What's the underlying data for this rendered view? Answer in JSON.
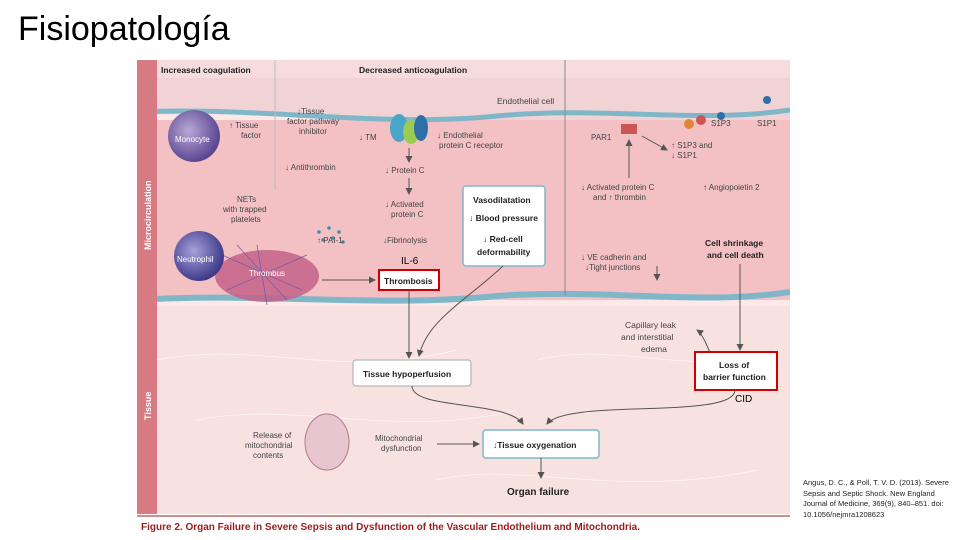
{
  "slide": {
    "title": "Fisiopatología"
  },
  "figure": {
    "section_coagulation": "Increased coagulation",
    "section_anticoagulation": "Decreased anticoagulation",
    "side_microcirculation": "Microcirculation",
    "side_tissue": "Tissue",
    "endothelial_cell": "Endothelial cell",
    "monocyte": "Monocyte",
    "tissue_factor": [
      "↑ Tissue",
      "factor"
    ],
    "tfpi": [
      "↓Tissue",
      "factor pathway",
      "inhibitor"
    ],
    "tm": "↓ TM",
    "epcr": [
      "↓ Endothelial",
      "protein C receptor"
    ],
    "antithrombin": "↓ Antithrombin",
    "protein_c": "↓ Protein C",
    "activated_protein_c": [
      "↓ Activated",
      "protein C"
    ],
    "nets": [
      "NETs",
      "with trapped",
      "platelets"
    ],
    "neutrophil": "Neutrophil",
    "thrombus": "Thrombus",
    "pai1": "↑ PAI-1",
    "fibrinolysis": "↓Fibrinolysis",
    "thrombosis": "Thrombosis",
    "vasodilatation": "Vasodilatation",
    "blood_pressure": "↓ Blood pressure",
    "red_cell": [
      "↓ Red-cell",
      "deformability"
    ],
    "par1": "PAR1",
    "s1p3": "S1P3",
    "s1p1": "S1P1",
    "s1p_change": [
      "↑ S1P3 and",
      "↓ S1P1"
    ],
    "activated_pc_thrombin": [
      "↓ Activated protein C",
      "and ↑ thrombin"
    ],
    "angiopoietin": "↑ Angiopoietin 2",
    "ve_cadherin": [
      "↓ VE cadherin and",
      "↓Tight junctions"
    ],
    "cell_shrinkage": [
      "Cell shrinkage",
      "and cell death"
    ],
    "capillary_leak": [
      "Capillary leak",
      "and interstitial",
      "edema"
    ],
    "loss_barrier": [
      "Loss of",
      "barrier function"
    ],
    "tissue_hypoperfusion": "Tissue hypoperfusion",
    "release_mito": [
      "Release of",
      "mitochondrial",
      "contents"
    ],
    "mito_dysfunction": [
      "Mitochondrial",
      "dysfunction"
    ],
    "tissue_oxygenation": "↓Tissue oxygenation",
    "organ_failure": "Organ failure",
    "caption": "Figure 2. Organ Failure in Severe Sepsis and Dysfunction of the Vascular Endothelium and Mitochondria."
  },
  "annotations": {
    "il6": "IL-6",
    "cid": "CID"
  },
  "citation": "Angus, D. C., & Poll, T. V. D. (2013). Severe Sepsis and Septic Shock. New England Journal of Medicine, 369(9), 840–851. doi: 10.1056/nejmra1208623",
  "colors": {
    "highlight_red": "#d00000",
    "caption_red": "#9b1c1c",
    "vessel_pink": "#f3c1c4",
    "tissue_pink": "#f7dcdc"
  }
}
